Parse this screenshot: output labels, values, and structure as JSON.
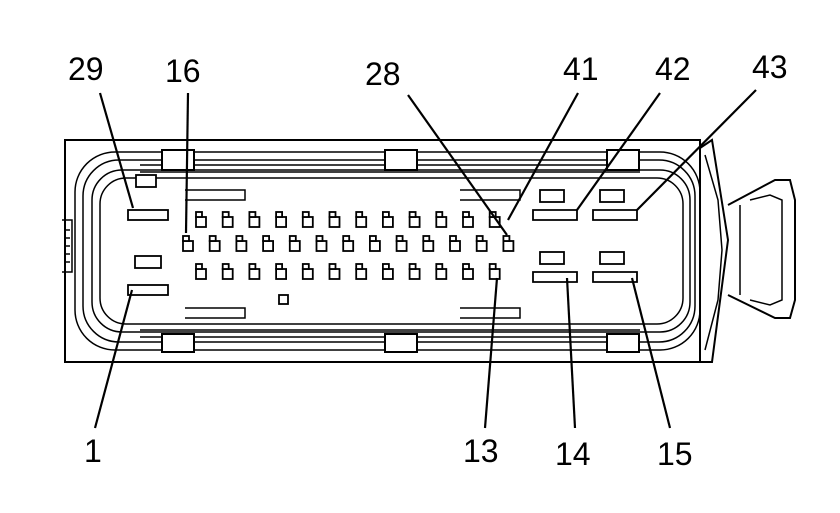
{
  "diagram": {
    "pin_labels": {
      "p29": "29",
      "p16": "16",
      "p28": "28",
      "p41": "41",
      "p42": "42",
      "p43": "43",
      "p1": "1",
      "p13": "13",
      "p14": "14",
      "p15": "15"
    }
  }
}
